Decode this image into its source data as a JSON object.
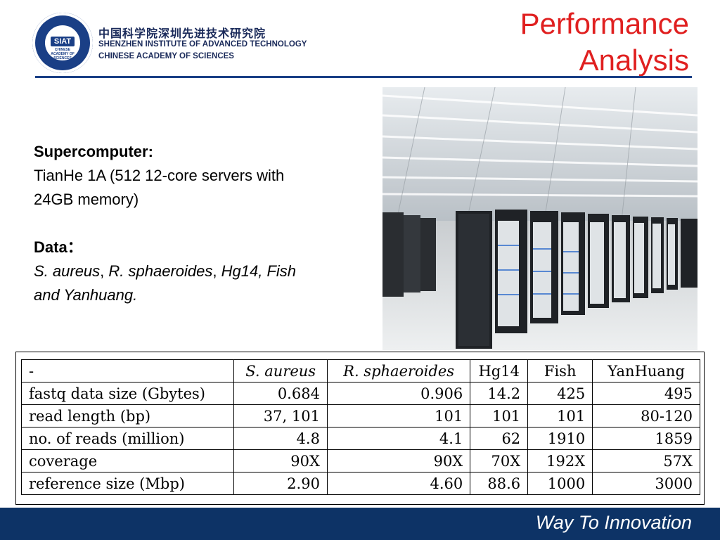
{
  "header": {
    "logo_abbr": "SIAT",
    "logo_sub": "CHINESE ACADEMY OF SCIENCES",
    "institution_cn": "中国科学院深圳先进技术研究院",
    "institution_en_line1": "SHENZHEN INSTITUTE OF ADVANCED TECHNOLOGY",
    "institution_en_line2": "CHINESE ACADEMY OF SCIENCES",
    "title_line1": "Performance",
    "title_line2": "Analysis"
  },
  "body": {
    "supercomputer_heading": "Supercomputer:",
    "supercomputer_line1": "TianHe 1A (512 12-core servers with",
    "supercomputer_line2": "24GB memory)",
    "data_heading": "Data：",
    "data_item1": "S. aureus",
    "sep1": ", ",
    "data_item2": "R. sphaeroides",
    "sep2": ", ",
    "data_item3": "Hg14, Fish",
    "data_line2": "and Yanhuang."
  },
  "photo": {
    "icon": "supercomputer-room-photo"
  },
  "table": {
    "headers": [
      "-",
      "S. aureus",
      "R. sphaeroides",
      "Hg14",
      "Fish",
      "YanHuang"
    ],
    "rows": [
      [
        "fastq data size (Gbytes)",
        "0.684",
        "0.906",
        "14.2",
        "425",
        "495"
      ],
      [
        "read length (bp)",
        "37, 101",
        "101",
        "101",
        "101",
        "80-120"
      ],
      [
        "no. of reads (million)",
        "4.8",
        "4.1",
        "62",
        "1910",
        "1859"
      ],
      [
        "coverage",
        "90X",
        "90X",
        "70X",
        "192X",
        "57X"
      ],
      [
        "reference size (Mbp)",
        "2.90",
        "4.60",
        "88.6",
        "1000",
        "3000"
      ]
    ]
  },
  "footer": {
    "tagline": "Way To Innovation"
  },
  "colors": {
    "brand_blue": "#1a3f86",
    "title_red": "#e02020",
    "footer_navy": "#0d3366"
  }
}
